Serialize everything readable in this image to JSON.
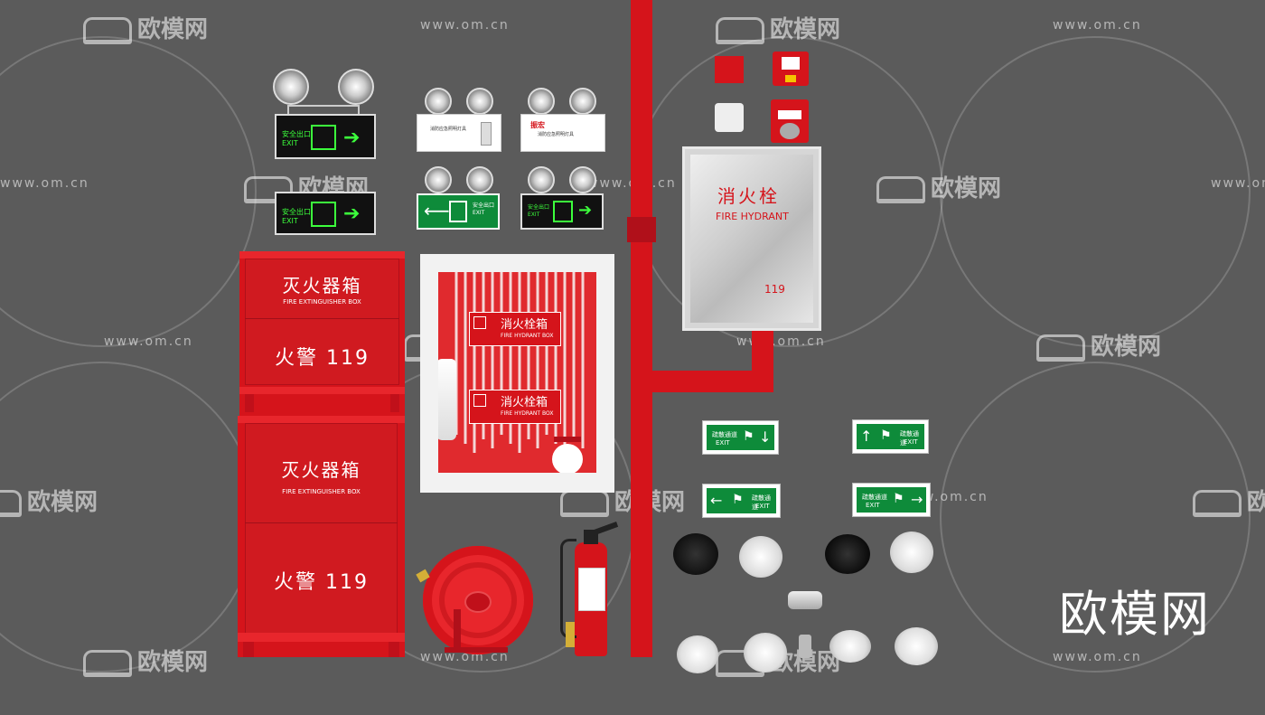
{
  "watermarks": {
    "url": "www.om.cn",
    "brand": "欧模网",
    "brand_big": "欧模网"
  },
  "extinguisher_box": {
    "title": "灭火器箱",
    "subtitle": "FIRE EXTINGUISHER BOX",
    "alarm": "火警 119"
  },
  "hydrant_box": {
    "title": "消火栓箱",
    "subtitle": "FIRE HYDRANT BOX"
  },
  "glass_hydrant": {
    "title": "消火栓",
    "subtitle": "FIRE HYDRANT",
    "number": "119"
  },
  "exit_signs": {
    "cn": "安全出口",
    "en": "EXIT"
  },
  "green_signs": {
    "cn": "疏散通道",
    "en": "EXIT"
  },
  "emergency_lights": {
    "brand": "振宏",
    "label": "消防应急照明灯具"
  },
  "colors": {
    "background": "#5b5b5b",
    "red": "#d5141b",
    "green": "#0e8b3a",
    "exit_green": "#3cff3c"
  }
}
